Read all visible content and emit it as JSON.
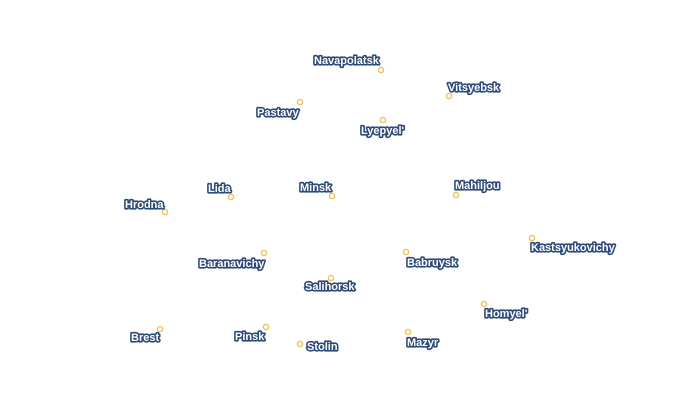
{
  "map": {
    "style": {
      "dot_fill": "#ffffff",
      "dot_stroke": "#f0c060",
      "label_fill": "#ffffff",
      "label_halo": "#2d4a78"
    },
    "cities": [
      {
        "name": "Navapolatsk"
      },
      {
        "name": "Vitsyebsk"
      },
      {
        "name": "Pastavy"
      },
      {
        "name": "Lyepyel'"
      },
      {
        "name": "Lida"
      },
      {
        "name": "Minsk"
      },
      {
        "name": "Mahiljou"
      },
      {
        "name": "Hrodna"
      },
      {
        "name": "Kastsyukovichy"
      },
      {
        "name": "Baranavichy"
      },
      {
        "name": "Babruysk"
      },
      {
        "name": "Salihorsk"
      },
      {
        "name": "Homyel'"
      },
      {
        "name": "Brest"
      },
      {
        "name": "Pinsk"
      },
      {
        "name": "Stolin"
      },
      {
        "name": "Mazyr"
      }
    ]
  }
}
